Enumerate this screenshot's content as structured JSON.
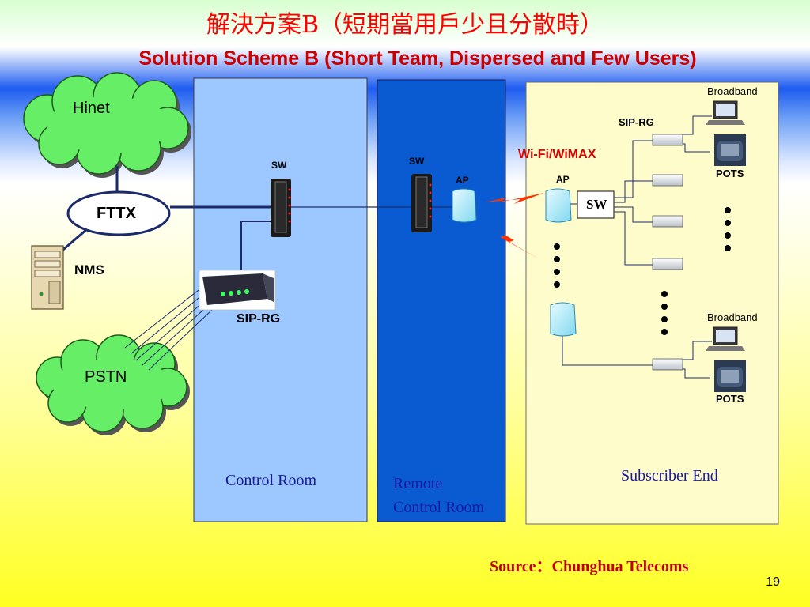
{
  "slide": {
    "title_cn": "解決方案B（短期當用戶少且分散時）",
    "title_en": "Solution Scheme B (Short Team, Dispersed and Few Users)",
    "page_number": "19",
    "source": "Source：Chunghua Telecoms"
  },
  "network": {
    "hinet": "Hinet",
    "fttx": "FTTX",
    "nms": "NMS",
    "pstn": "PSTN",
    "sip_rg": "SIP-RG"
  },
  "rooms": {
    "control": {
      "label": "Control Room",
      "sw": "SW",
      "color": "#9cc8ff"
    },
    "remote": {
      "label_line1": "Remote",
      "label_line2": "Control Room",
      "sw": "SW",
      "ap": "AP",
      "color": "#0a5ad2"
    },
    "subscriber": {
      "label": "Subscriber End",
      "wireless": "Wi-Fi/WiMAX",
      "ap": "AP",
      "sw": "SW",
      "sip_rg": "SIP-RG",
      "broadband_top": "Broadband",
      "pots_top": "POTS",
      "broadband_bottom": "Broadband",
      "pots_bottom": "POTS",
      "color": "#fffccc"
    }
  },
  "colors": {
    "title_cn": "#ff0000",
    "title_en": "#cc0000",
    "cloud": "#66ee66",
    "link": "#1a2a6a",
    "wireless_link": "#ff3300",
    "source": "#c00000"
  }
}
